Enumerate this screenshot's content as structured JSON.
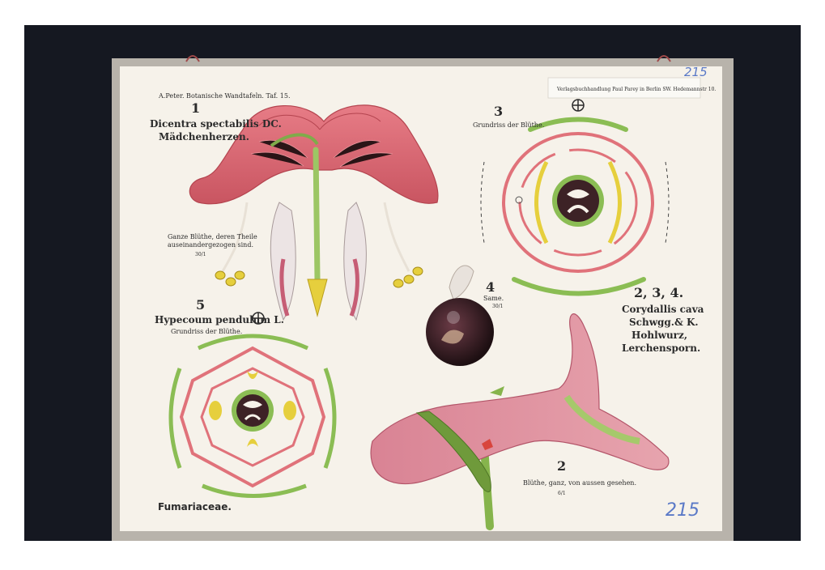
{
  "plate": {
    "header_left": "A.Peter. Botanische Wandtafeln. Taf. 15.",
    "header_right": "Verlagsbuchhandlung Paul Parey in Berlin SW. Hedemannstr 10.",
    "inventory_top": "215",
    "inventory_bottom": "215",
    "family": "Fumariaceae."
  },
  "fig1": {
    "number": "1",
    "name_line1": "Dicentra spectabilis DC.",
    "name_line2": "Mädchenherzen.",
    "caption_line1": "Ganze Blüthe, deren Theile",
    "caption_line2": "auseinandergezogen sind.",
    "scale": "30/1"
  },
  "fig3": {
    "number": "3",
    "caption": "Grundriss der Blüthe."
  },
  "fig4": {
    "number": "4",
    "caption": "Same.",
    "scale": "30/1"
  },
  "fig5": {
    "number": "5",
    "name": "Hypecoum pendulum L.",
    "caption": "Grundriss der Blüthe."
  },
  "species_234": {
    "numbers": "2, 3, 4.",
    "line1": "Corydallis cava",
    "line2": "Schwgg.& K.",
    "line3": "Hohlwurz,",
    "line4": "Lerchensporn."
  },
  "fig2": {
    "number": "2",
    "caption": "Blüthe, ganz, von aussen gesehen.",
    "scale": "6/1"
  },
  "colors": {
    "background": "#151821",
    "paper": "#f6f2ea",
    "border": "#b8b3ab",
    "petal": "#e0727a",
    "green": "#8bbd54",
    "yellow": "#e6cf3d",
    "dark": "#3d2226"
  }
}
